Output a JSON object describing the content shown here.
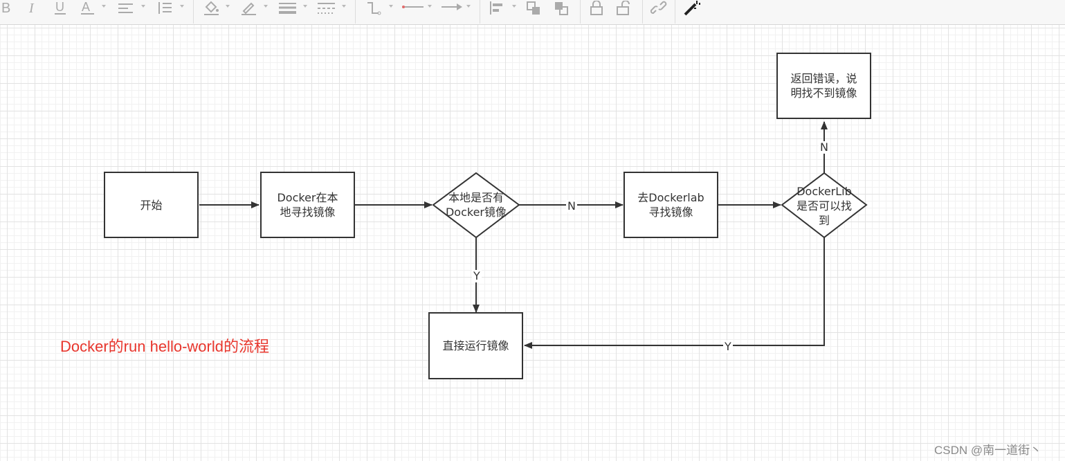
{
  "diagram": {
    "nodes": {
      "start": "开始",
      "local_search": "Docker在本\n地寻找镜像",
      "local_has": "本地是否有\nDocker镜像",
      "hub_search": "去Dockerlab\n寻找镜像",
      "hub_found": "DockerLib\n是否可以找\n到",
      "error": "返回错误，说\n明找不到镜像",
      "run": "直接运行镜像"
    },
    "edge_labels": {
      "local_no": "N",
      "local_yes": "Y",
      "hub_no": "N",
      "hub_yes": "Y"
    },
    "caption": "Docker的run hello-world的流程"
  },
  "watermark": "CSDN @南一道街丶",
  "colors": {
    "caption": "#e8362d",
    "stroke": "#333333"
  },
  "toolbar_icons": [
    "bold-icon",
    "italic-icon",
    "underline-icon",
    "font-color-icon",
    "align-icon",
    "line-spacing-icon",
    "fill-color-icon",
    "line-color-icon",
    "line-width-icon",
    "line-style-icon",
    "connector-type-icon",
    "line-type-icon",
    "arrow-style-icon",
    "arrange-icon",
    "bring-front-icon",
    "send-back-icon",
    "lock-icon",
    "unlock-icon",
    "link-icon",
    "format-painter-icon"
  ]
}
